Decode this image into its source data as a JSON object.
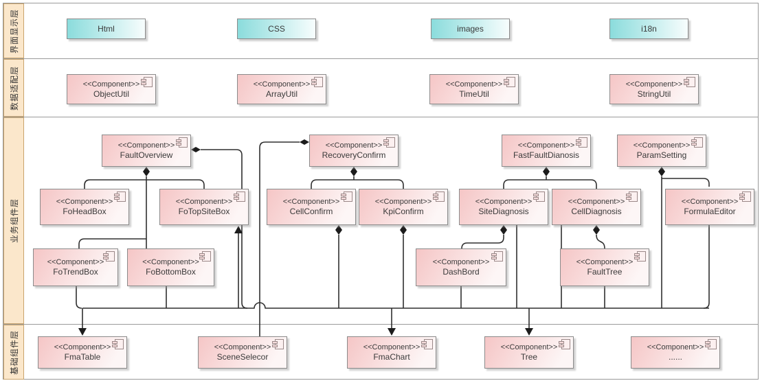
{
  "diagram": {
    "stereotype": "<<Component>>",
    "lanes": [
      {
        "label": "界面显示层"
      },
      {
        "label": "数据适配层"
      },
      {
        "label": "业务组件层"
      },
      {
        "label": "基础组件层"
      }
    ],
    "ui_layer": {
      "html": "Html",
      "css": "CSS",
      "images": "images",
      "i18n": "i18n"
    },
    "adapter_layer": {
      "object_util": "ObjectUtil",
      "array_util": "ArrayUtil",
      "time_util": "TimeUtil",
      "string_util": "StringUtil"
    },
    "business_layer": {
      "fault_overview": "FaultOverview",
      "recovery_confirm": "RecoveryConfirm",
      "fast_fault_dianosis": "FastFaultDianosis",
      "param_setting": "ParamSetting",
      "fo_head_box": "FoHeadBox",
      "fo_top_site_box": "FoTopSiteBox",
      "cell_confirm": "CellConfirm",
      "kpi_confirm": "KpiConfirm",
      "site_diagnosis": "SiteDiagnosis",
      "cell_diagnosis": "CellDiagnosis",
      "formula_editor": "FormulaEditor",
      "fo_trend_box": "FoTrendBox",
      "fo_bottom_box": "FoBottomBox",
      "dash_bord": "DashBord",
      "fault_tree": "FaultTree"
    },
    "base_layer": {
      "fma_table": "FmaTable",
      "scene_selecor": "SceneSelecor",
      "fma_chart": "FmaChart",
      "tree": "Tree",
      "ellipsis": "......"
    },
    "colors": {
      "ui_box_fill": "#8BDCDC",
      "component_fill": "#F5C6C6",
      "lane_label_bg": "#FBE7CB",
      "connector": "#2E2E2E"
    }
  }
}
